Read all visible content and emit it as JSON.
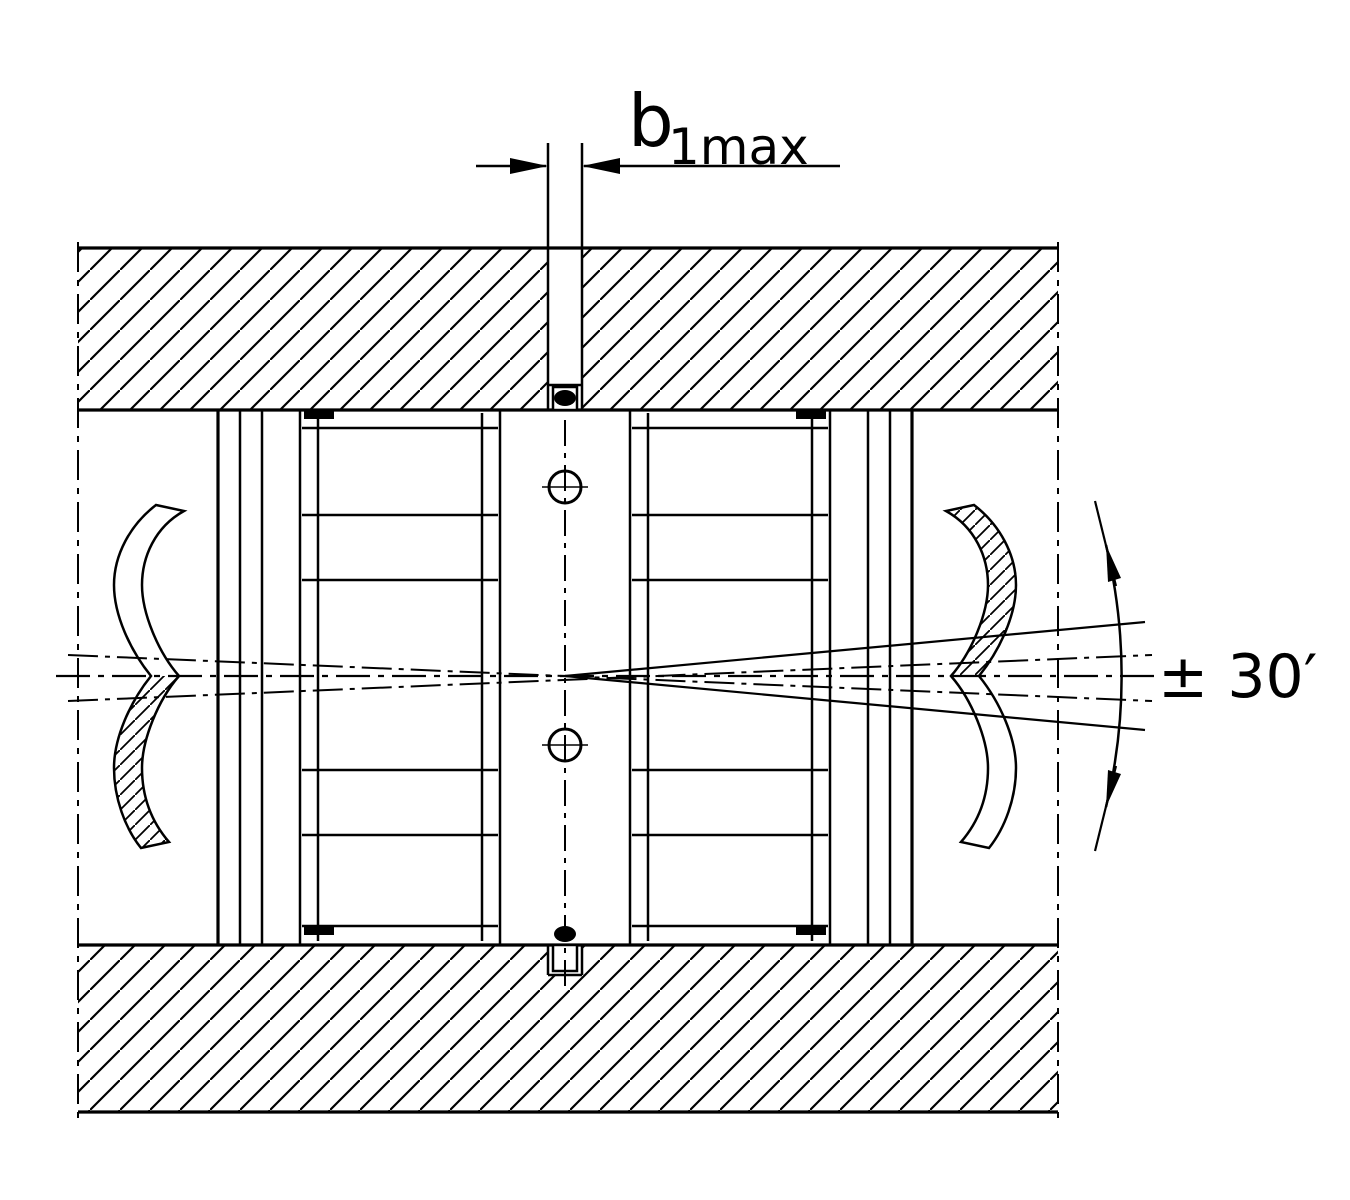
{
  "page": {
    "background": "#ffffff",
    "line_color": "#000000",
    "description": "Technical cross-section drawing of a bearing assembly in a housing showing width tolerance b1max and permissible misalignment angle"
  },
  "annotations": {
    "width_dimension": {
      "main": "b",
      "subscript": "1max"
    },
    "misalignment_angle": {
      "label": "± 30′"
    }
  }
}
